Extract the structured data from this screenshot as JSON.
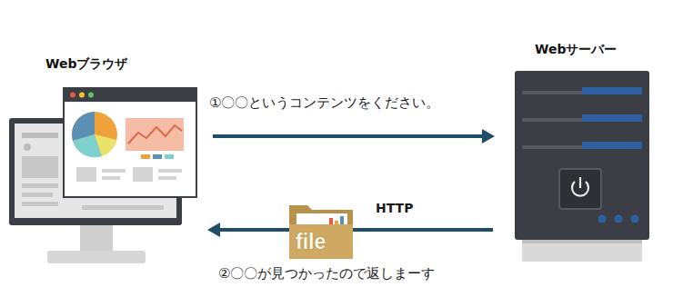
{
  "diagram": {
    "nodes": [
      {
        "text": [
          "Webブラウザ"
        ]
      },
      {
        "text": [
          "Webサーバー"
        ]
      }
    ],
    "edges": [
      {
        "from": 0,
        "to": 1,
        "arrow": "to",
        "label": "①〇〇というコンテンツをください。"
      },
      {
        "from": 1,
        "to": 0,
        "arrow": "to",
        "label": "②〇〇が見つかったので返しまーす"
      }
    ],
    "labels": [
      "HTTP",
      "file"
    ]
  }
}
